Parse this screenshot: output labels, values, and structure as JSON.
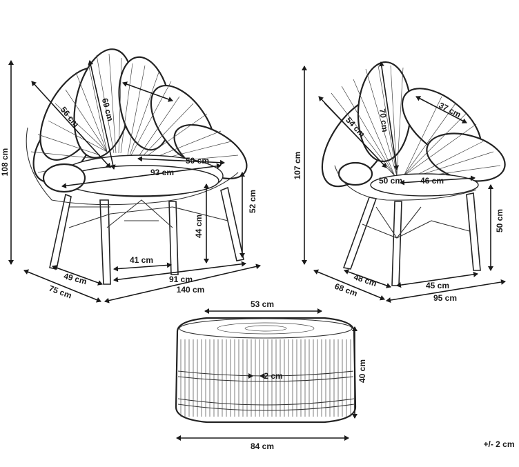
{
  "labels": {
    "a_height": "108 cm",
    "a_petal_56": "56 cm",
    "a_petal_69": "69 cm",
    "a_width_93": "93 cm",
    "a_seat_50": "50 cm",
    "a_seat_h52": "52 cm",
    "a_seat_h44": "44 cm",
    "a_leg_41": "41 cm",
    "a_depth_49": "49 cm",
    "a_depth_75": "75 cm",
    "a_base_91": "91 cm",
    "a_total_140": "140 cm",
    "b_height": "107 cm",
    "b_petal_54": "54 cm",
    "b_petal_70": "70 cm",
    "b_petal_37": "37 cm",
    "b_seat_50": "50 cm",
    "b_seat_46": "46 cm",
    "b_seat_h50": "50 cm",
    "b_depth_48": "48 cm",
    "b_depth_68": "68 cm",
    "b_base_45": "45 cm",
    "b_total_95": "95 cm",
    "c_top_53": "53 cm",
    "c_weave_2": "2 cm",
    "c_height_40": "40 cm",
    "c_width_84": "84 cm",
    "tolerance": "+/- 2 cm"
  }
}
